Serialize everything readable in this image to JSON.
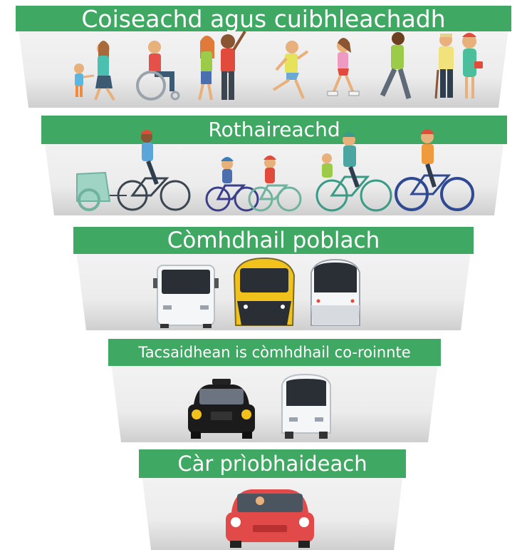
{
  "diagram": {
    "levels": [
      {
        "title": "Coiseachd agus cuibhleachadh",
        "icons": [
          "child-icon",
          "walking-woman-icon",
          "wheelchair-user-icon",
          "couple-waving-icon",
          "runner-icon",
          "roller-skater-icon",
          "walking-man-icon",
          "elderly-couple-icon"
        ]
      },
      {
        "title": "Rothaireachd",
        "icons": [
          "bike-trailer-cyclist-icon",
          "child-cyclists-icon",
          "cargo-bike-cyclist-icon",
          "woman-cyclist-icon"
        ]
      },
      {
        "title": "Còmhdhail poblach",
        "icons": [
          "bus-icon",
          "train-icon",
          "tram-icon"
        ]
      },
      {
        "title": "Tacsaidhean is còmhdhail co-roinnte",
        "icons": [
          "taxi-icon",
          "minibus-icon"
        ]
      },
      {
        "title": "Càr prìobhaideach",
        "icons": [
          "private-car-icon"
        ]
      }
    ],
    "colors": {
      "header": "#3fa862",
      "header_text": "#ffffff",
      "band_light": "#f4f4f4",
      "band_dark": "#d4d4d4"
    }
  }
}
